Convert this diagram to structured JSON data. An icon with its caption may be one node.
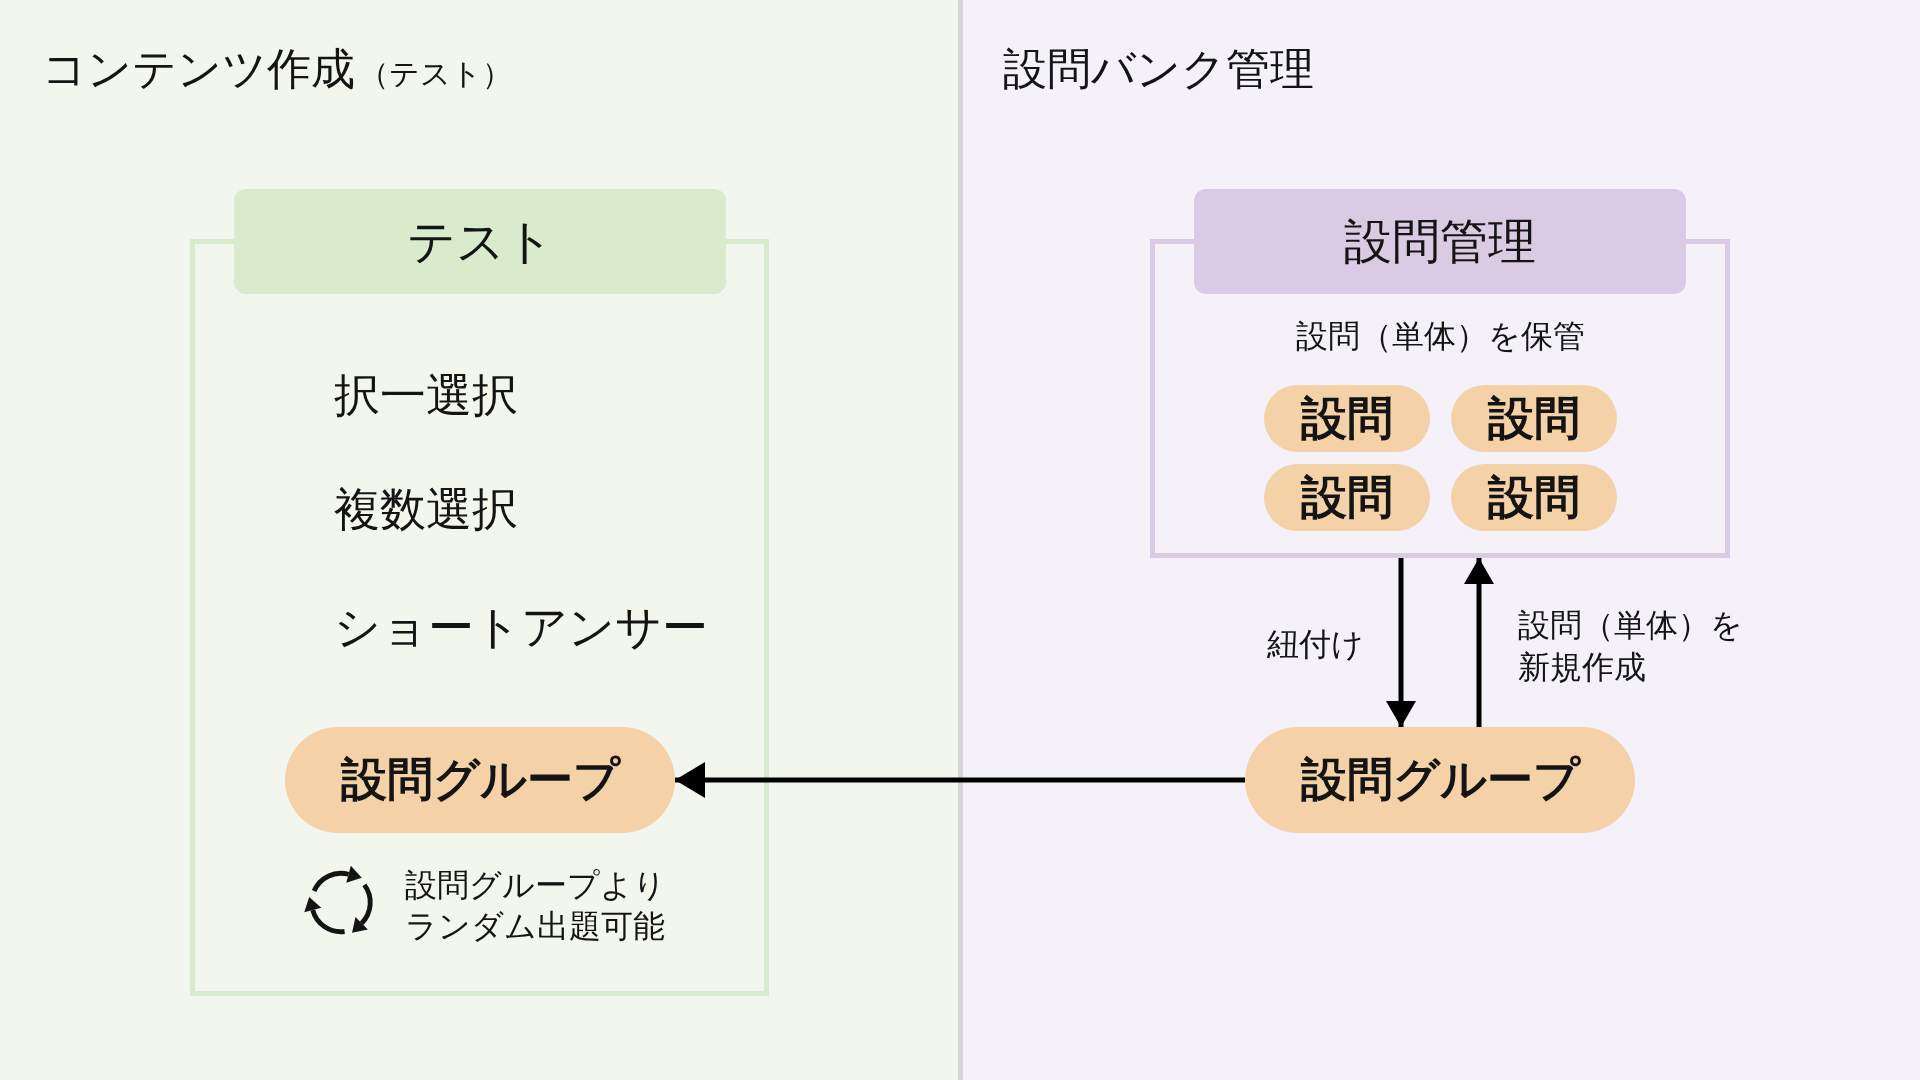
{
  "diagram": {
    "nodes": [
      {
        "text": [
          "コンテンツ作成",
          "（テスト）"
        ]
      },
      {
        "text": [
          "テスト",
          "択一選択",
          "複数選択",
          "ショートアンサー"
        ],
        "in": 0
      },
      {
        "text": [
          "設問グループ"
        ],
        "in": 1,
        "beside": [
          "設問グループよりランダム出題可能"
        ]
      },
      {
        "text": [
          "設問バンク管理"
        ]
      },
      {
        "text": [
          "設問管理",
          "設問（単体）を保管"
        ],
        "in": 3
      },
      {
        "text": [
          "設問"
        ],
        "in": 4
      },
      {
        "text": [
          "設問"
        ],
        "in": 4
      },
      {
        "text": [
          "設問"
        ],
        "in": 4
      },
      {
        "text": [
          "設問"
        ],
        "in": 4
      },
      {
        "text": [
          "設問グループ"
        ],
        "in": 3
      }
    ],
    "edges": [
      {
        "from": 9,
        "to": 2,
        "arrow": "to"
      },
      {
        "from": 4,
        "to": 9,
        "arrow": "to",
        "label": "紐付け"
      },
      {
        "from": 9,
        "to": 4,
        "arrow": "to",
        "label": "設問（単体）を新規作成"
      }
    ]
  }
}
